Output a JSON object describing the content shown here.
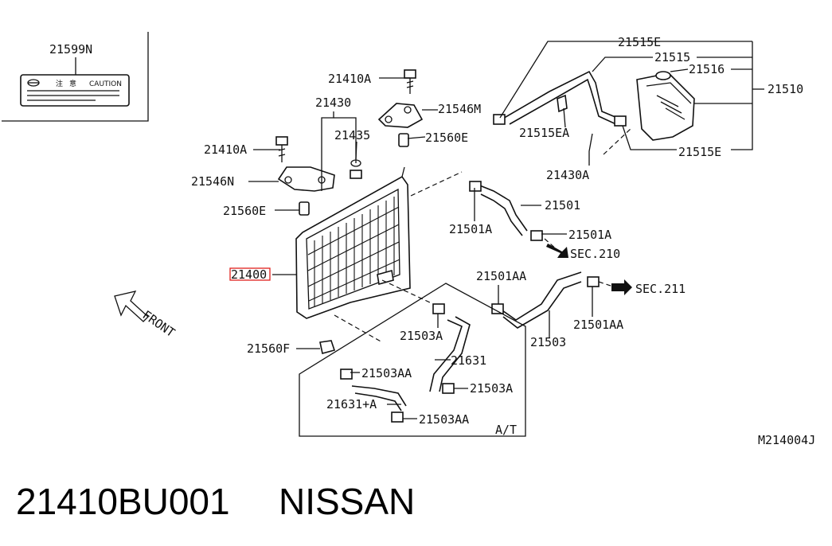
{
  "caution_label": {
    "part_number": "21599N",
    "text": "CAUTION"
  },
  "callouts": {
    "c21515E_top": "21515E",
    "c21515": "21515",
    "c21516": "21516",
    "c21510": "21510",
    "c21410A_top": "21410A",
    "c21430": "21430",
    "c21546M": "21546M",
    "c21435": "21435",
    "c21560E_top": "21560E",
    "c21515EA": "21515EA",
    "c21515E_bottom": "21515E",
    "c21410A_left": "21410A",
    "c21430A": "21430A",
    "c21546N": "21546N",
    "c21501": "21501",
    "c21560E_left": "21560E",
    "c21501A_left": "21501A",
    "c21501A_right": "21501A",
    "sec210": "SEC.210",
    "c21400": "21400",
    "c21501AA_top": "21501AA",
    "sec211": "SEC.211",
    "front": "FRONT",
    "c21503A_top": "21503A",
    "c21501AA_bottom": "21501AA",
    "c21503": "21503",
    "c21560F": "21560F",
    "c21631": "21631",
    "c21503AA_top": "21503AA",
    "c21503A_right": "21503A",
    "c21631A": "21631+A",
    "c21503AA_bottom": "21503AA",
    "at_box": "A/T",
    "diagram_code": "M214004J"
  },
  "highlight_color": "#e0201c",
  "footer": {
    "part_number": "21410BU001",
    "brand": "NISSAN"
  }
}
